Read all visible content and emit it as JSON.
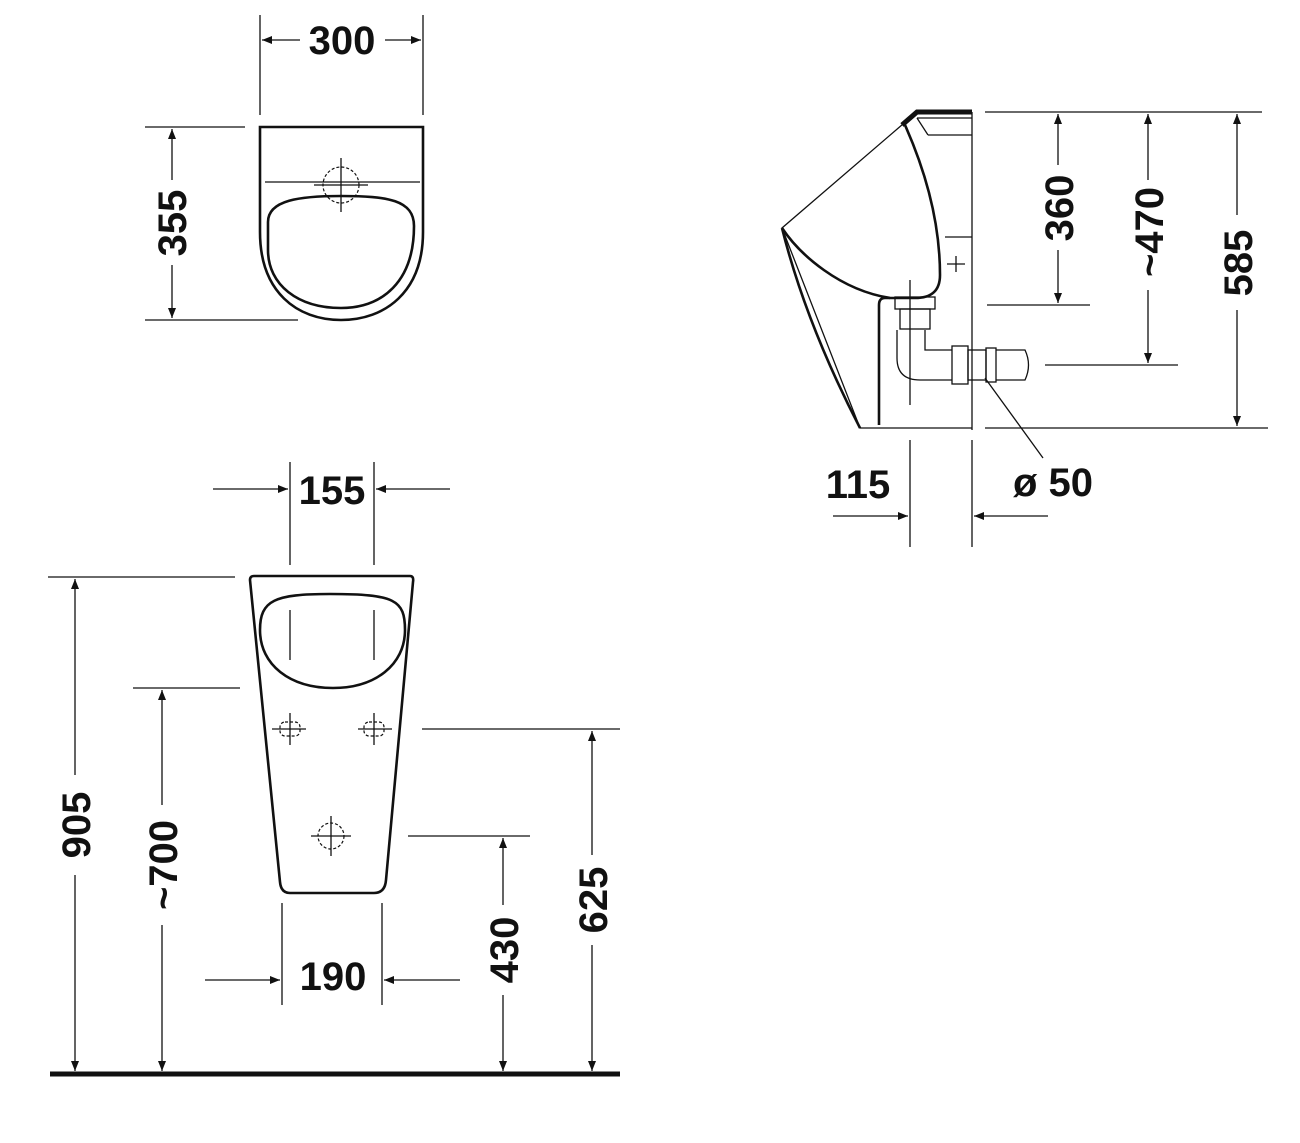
{
  "drawing": {
    "top_view": {
      "width": "300",
      "depth": "355"
    },
    "front_view": {
      "inlet_spacing": "155",
      "total_height": "905",
      "rim_height": "~700",
      "inlet_height": "625",
      "outlet_height": "430",
      "bottom_width": "190"
    },
    "side_view": {
      "outlet_drop": "360",
      "pipe_drop": "~470",
      "total_height": "585",
      "outlet_offset": "115",
      "pipe_diameter": "ø 50"
    }
  }
}
